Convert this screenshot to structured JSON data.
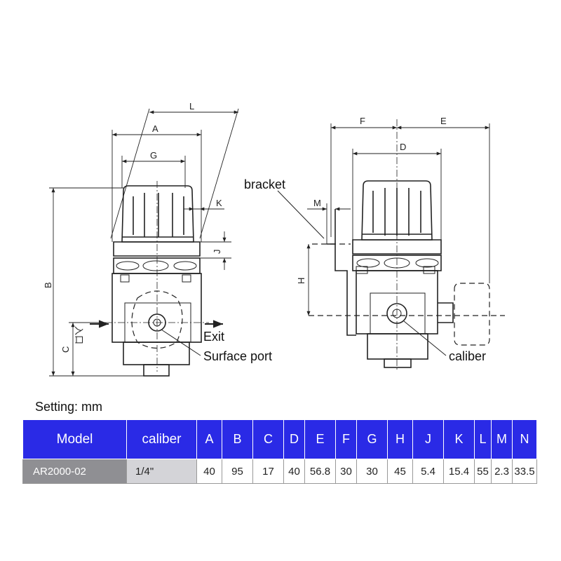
{
  "diagram": {
    "labels": {
      "bracket": "bracket",
      "exit": "Exit",
      "surface_port": "Surface port",
      "caliber": "caliber",
      "inlet": "入口"
    },
    "dims": {
      "A": "A",
      "B": "B",
      "C": "C",
      "D": "D",
      "E": "E",
      "F": "F",
      "G": "G",
      "H": "H",
      "J": "J",
      "K": "K",
      "L": "L",
      "M": "M"
    }
  },
  "setting": "Setting: mm",
  "table": {
    "headers": [
      "Model",
      "caliber",
      "A",
      "B",
      "C",
      "D",
      "E",
      "F",
      "G",
      "H",
      "J",
      "K",
      "L",
      "M",
      "N"
    ],
    "rows": [
      [
        "AR2000-02",
        "1/4\"",
        "40",
        "95",
        "17",
        "40",
        "56.8",
        "30",
        "30",
        "45",
        "5.4",
        "15.4",
        "55",
        "2.3",
        "33.5"
      ]
    ]
  }
}
